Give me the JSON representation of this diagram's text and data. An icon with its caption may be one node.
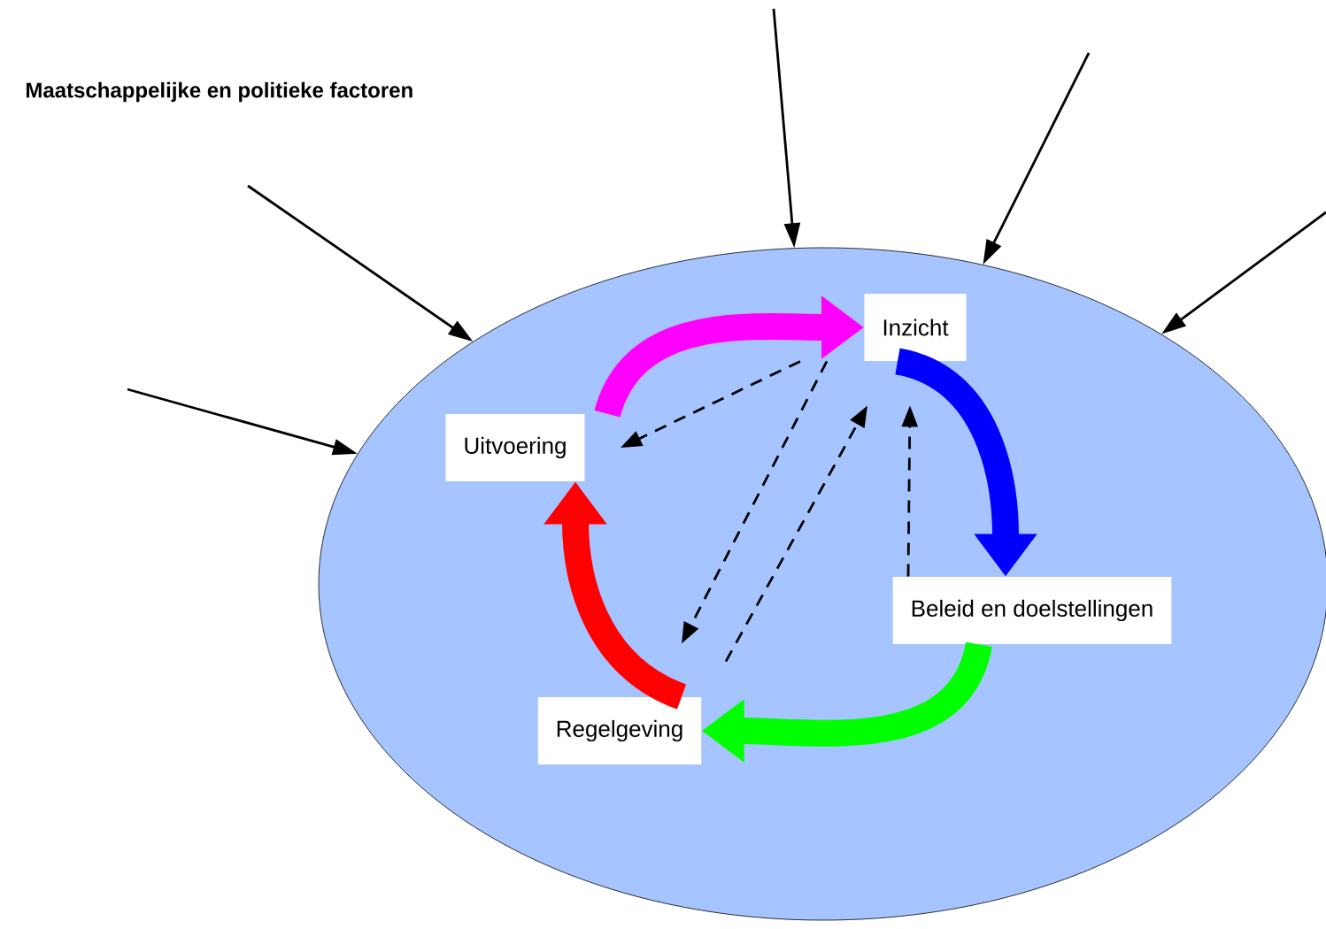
{
  "diagram": {
    "nodes": [
      {
        "text": [],
        "shape": "ellipse"
      },
      {
        "text": [
          "Inzicht"
        ],
        "in": 0
      },
      {
        "text": [
          "Beleid en doelstellingen"
        ],
        "in": 0
      },
      {
        "text": [
          "Regelgeving"
        ],
        "in": 0
      },
      {
        "text": [
          "Uitvoering"
        ],
        "in": 0
      }
    ],
    "edges": [
      {
        "from": null,
        "to": 0,
        "arrow": "to"
      },
      {
        "from": null,
        "to": 0,
        "arrow": "to"
      },
      {
        "from": null,
        "to": 0,
        "arrow": "to"
      },
      {
        "from": null,
        "to": 0,
        "arrow": "to"
      },
      {
        "from": null,
        "to": 0,
        "arrow": "to"
      },
      {
        "from": 4,
        "to": 1,
        "arrow": "to",
        "style": "thick",
        "color": "#ff00ff"
      },
      {
        "from": 1,
        "to": 2,
        "arrow": "to",
        "style": "thick",
        "color": "#0000ff"
      },
      {
        "from": 2,
        "to": 3,
        "arrow": "to",
        "style": "thick",
        "color": "#00ff00"
      },
      {
        "from": 3,
        "to": 4,
        "arrow": "to",
        "style": "thick",
        "color": "#ff0000"
      },
      {
        "from": 1,
        "to": 4,
        "arrow": "to",
        "style": "dashed"
      },
      {
        "from": 1,
        "to": 3,
        "arrow": "to",
        "style": "dashed"
      },
      {
        "from": 3,
        "to": 1,
        "arrow": "to",
        "style": "dashed"
      },
      {
        "from": 2,
        "to": 1,
        "arrow": "to",
        "style": "dashed"
      }
    ],
    "labels": [
      "Maatschappelijke en politieke factoren"
    ]
  }
}
